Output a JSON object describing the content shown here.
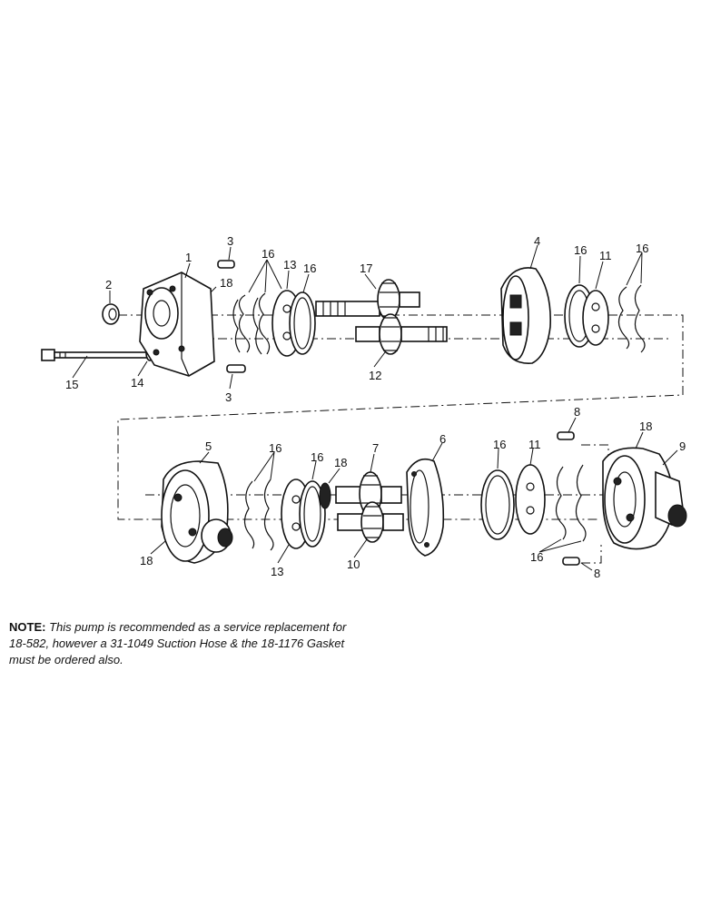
{
  "callouts": {
    "c1": "1",
    "c2": "2",
    "c3a": "3",
    "c3b": "3",
    "c4": "4",
    "c16a": "16",
    "c16b": "16",
    "c16c": "16",
    "c16d": "16",
    "c13a": "13",
    "c17": "17",
    "c12": "12",
    "c11a": "11",
    "c14": "14",
    "c15": "15",
    "c18a": "18",
    "c5": "5",
    "c16e": "16",
    "c16f": "16",
    "c18b": "18",
    "c7": "7",
    "c6": "6",
    "c16g": "16",
    "c11b": "11",
    "c8a": "8",
    "c18c": "18",
    "c9": "9",
    "c18d": "18",
    "c13b": "13",
    "c10": "10",
    "c16h": "16",
    "c8b": "8"
  },
  "note": {
    "label": "NOTE:",
    "text": " This pump is recommended as a service replacement for 18-582, however a 31-1049 Suction Hose & the 18-1176 Gasket must be ordered also."
  }
}
